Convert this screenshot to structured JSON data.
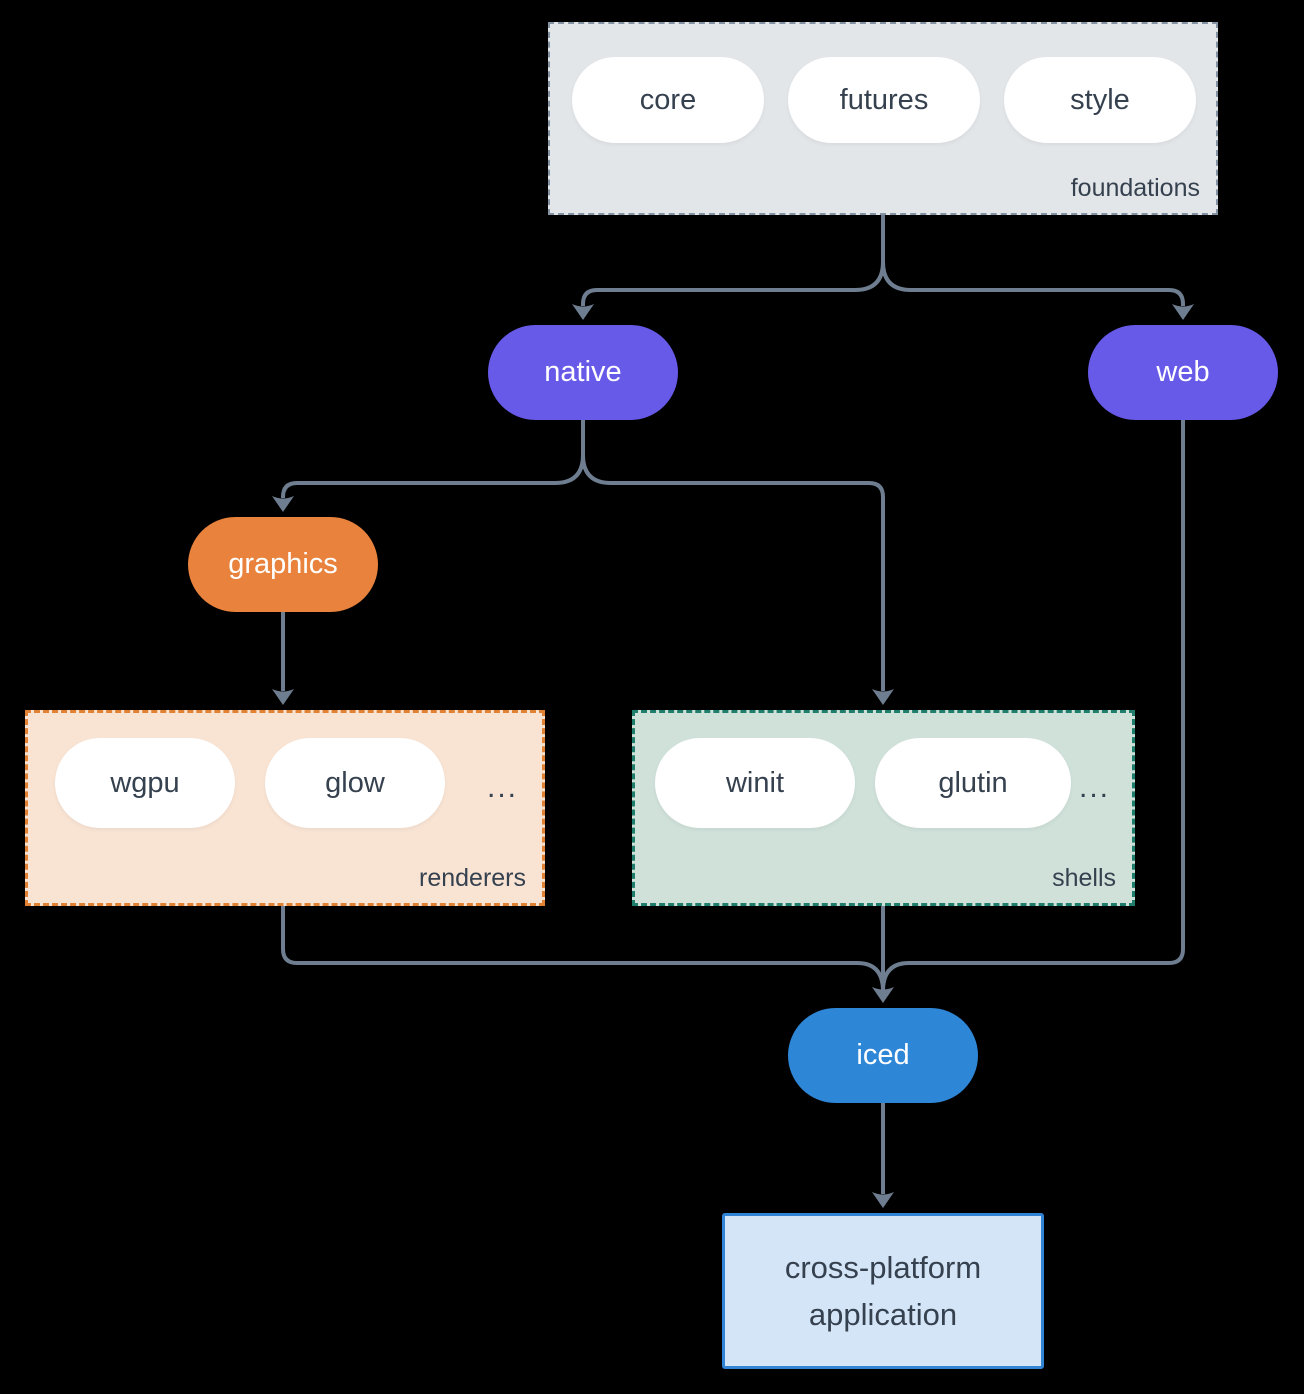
{
  "colors": {
    "background": "#000000",
    "line": "#6E7E90",
    "text_dark": "#36414F",
    "pill_white": "#FFFFFF",
    "pill_purple": "#675AE8",
    "pill_orange": "#E8823C",
    "pill_blue": "#2E86D6",
    "foundations_fill": "#E2E6E9",
    "foundations_border": "#8493A3",
    "renderers_fill": "#F9E4D4",
    "renderers_border": "#E08133",
    "shells_fill": "#D0E1DA",
    "shells_border": "#1F7D6B",
    "app_fill": "#D4E5F7",
    "app_border": "#3183D6"
  },
  "groups": {
    "foundations": {
      "label": "foundations",
      "pills": [
        "core",
        "futures",
        "style"
      ]
    },
    "renderers": {
      "label": "renderers",
      "pills": [
        "wgpu",
        "glow"
      ],
      "ellipsis": "..."
    },
    "shells": {
      "label": "shells",
      "pills": [
        "winit",
        "glutin"
      ],
      "ellipsis": "..."
    }
  },
  "nodes": {
    "native": "native",
    "web": "web",
    "graphics": "graphics",
    "iced": "iced",
    "application": {
      "line1": "cross-platform",
      "line2": "application"
    }
  }
}
